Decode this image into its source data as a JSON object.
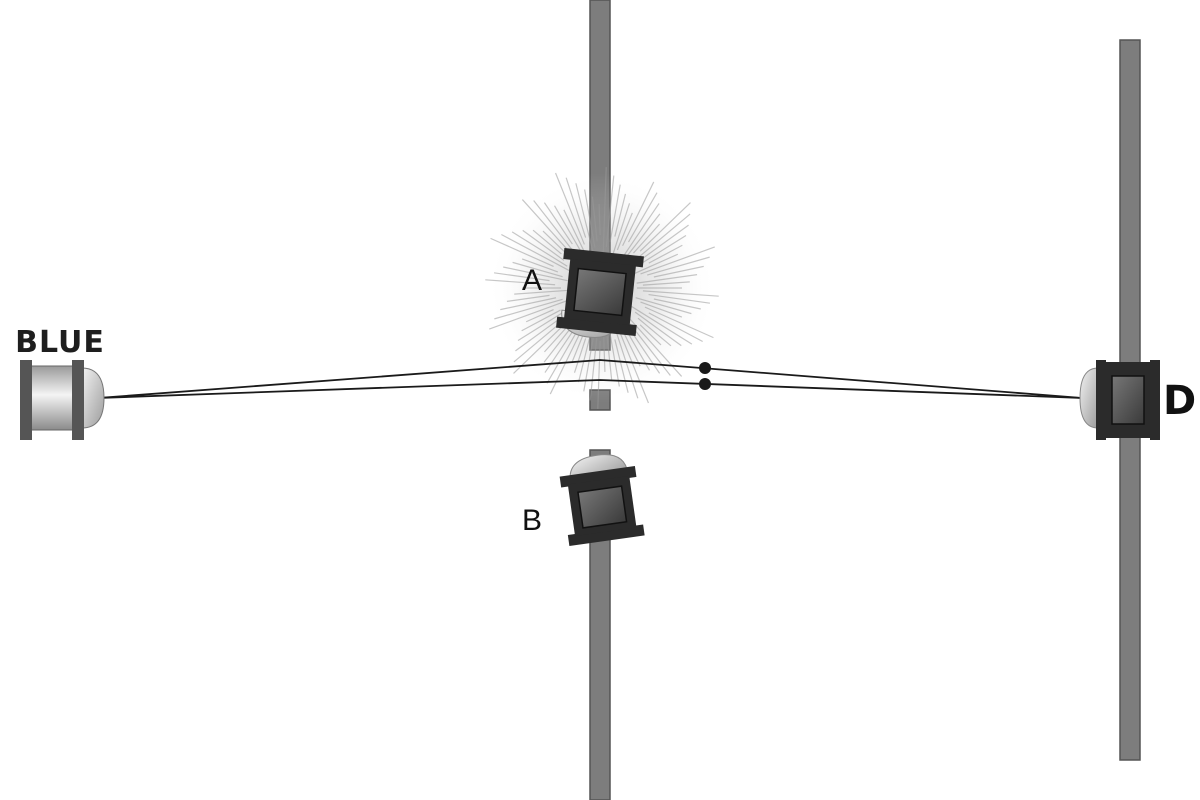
{
  "source": {
    "label": "BLUE"
  },
  "detectors": [
    {
      "id": "A",
      "label": "A",
      "state": "flashing"
    },
    {
      "id": "B",
      "label": "B",
      "state": "idle"
    }
  ],
  "screen": {
    "label": "D"
  },
  "colors": {
    "rail": "#7d7d7d",
    "rail_edge": "#555555",
    "device_body": "#2b2b2b",
    "beam": "#1a1a1a",
    "background": "#ffffff"
  }
}
